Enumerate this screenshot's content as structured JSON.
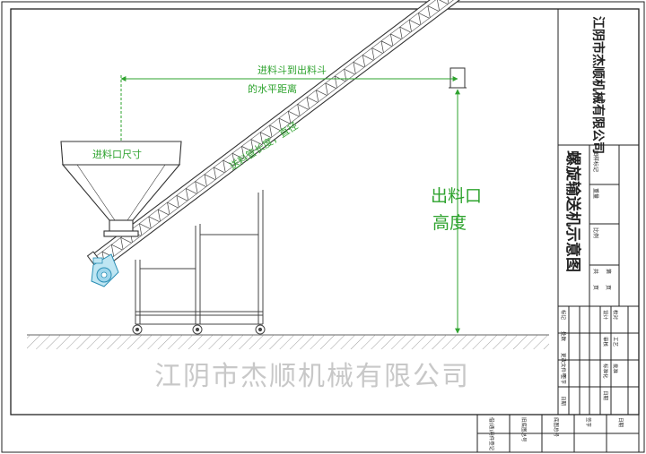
{
  "labels": {
    "hopper_to_hopper_distance": "进料斗到出料斗\n的水平距离",
    "inlet_size": "进料口尺寸",
    "tube_length_diameter": "送料管长度，直径",
    "outlet_height_line1": "出料口",
    "outlet_height_line2": "高度"
  },
  "title_block": {
    "company": "江阴市杰顺机械有限公司",
    "drawing_title": "螺旋输送机示意图",
    "small_cells": [
      "图样标记",
      "重量",
      "比例",
      "共",
      "页",
      "第",
      "页"
    ],
    "revision_cells": [
      "标记",
      "处数",
      "更改文件号",
      "签字",
      "日期"
    ],
    "sign_cells": [
      "设计",
      "校对",
      "审核",
      "工艺",
      "标准化",
      "批准",
      "日期"
    ]
  },
  "bottom_strip": {
    "cells": [
      "借(通)用件登记",
      "旧底图总号",
      "底图总号",
      "签字",
      "日期"
    ]
  },
  "watermark": "江阴市杰顺机械有限公司",
  "colors": {
    "frame": "#222222",
    "dimension": "#2ea32e",
    "machine_line": "#333333",
    "motor": "#4fb6d8",
    "watermark": "#c8c8c8",
    "ground": "#777777"
  }
}
